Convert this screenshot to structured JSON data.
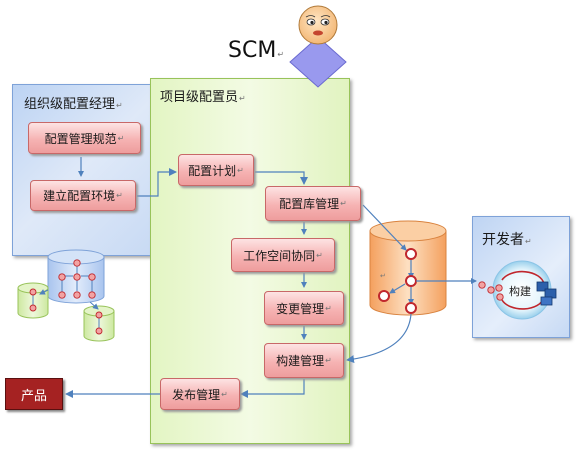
{
  "roles": {
    "scm": "SCM"
  },
  "panels": {
    "org": "组织级配置经理",
    "project": "项目级配置员",
    "developer": "开发者"
  },
  "boxes": {
    "config_spec": "配置管理规范",
    "config_env": "建立配置环境",
    "config_plan": "配置计划",
    "repo_mgmt": "配置库管理",
    "workspace": "工作空间协同",
    "change_mgmt": "变更管理",
    "build_mgmt": "构建管理",
    "release_mgmt": "发布管理"
  },
  "product": "产品",
  "build_label": "构建",
  "colors": {
    "box_fill": "#f6b3b3",
    "box_border": "#c86868",
    "arrow": "#4f81bd",
    "product": "#a52222",
    "org_panel": "#c8daf4",
    "project_panel": "#e8f6cf",
    "repo_cylinder": "#f6a868",
    "scm_diamond": "#9999ee"
  },
  "icons": [
    "scm-avatar-icon",
    "scm-diamond-icon",
    "repository-cylinder-icon",
    "build-cycle-icon",
    "computer-icon"
  ]
}
